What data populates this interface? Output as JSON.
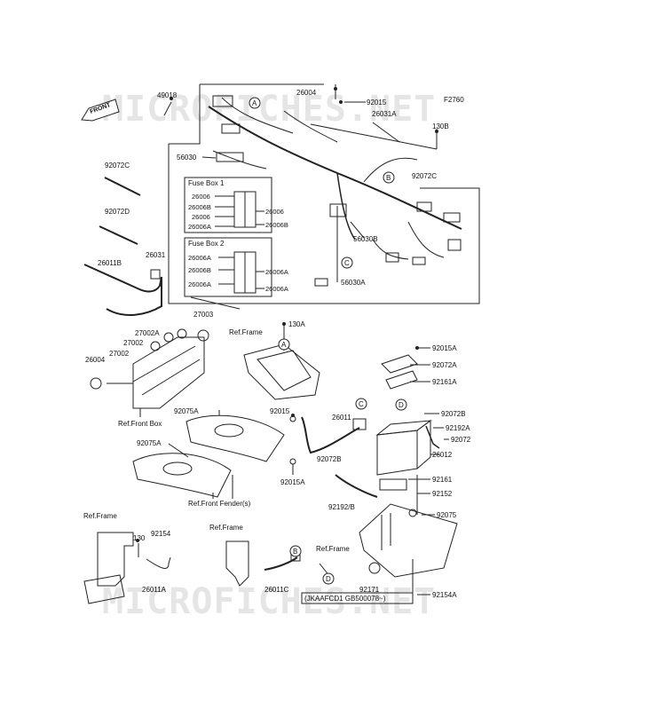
{
  "watermark": "MICROFICHES.NET",
  "front_label": "FRONT",
  "fuse_box_1": {
    "title": "Fuse Box 1",
    "left": [
      "26006",
      "26006B",
      "26006",
      "26006A"
    ],
    "right": [
      "26006",
      "26006B"
    ]
  },
  "fuse_box_2": {
    "title": "Fuse Box 2",
    "left": [
      "26006A",
      "26006B",
      "26006A"
    ],
    "right": [
      "26006A",
      "26006A"
    ]
  },
  "circles": [
    "A",
    "B",
    "C",
    "D"
  ],
  "part_labels": {
    "p49018": "49018",
    "p26004_top": "26004",
    "p92015": "92015",
    "pF2760": "F2760",
    "p26031A": "26031A",
    "p130B": "130B",
    "p56030": "56030",
    "p92072C_l": "92072C",
    "p92072C_r": "92072C",
    "p92072D": "92072D",
    "p26031": "26031",
    "p26011B": "26011B",
    "p56030B": "56030B",
    "p56030A": "56030A",
    "p27003": "27003",
    "p27002A": "27002A",
    "p27002a": "27002",
    "p27002b": "27002",
    "p26004": "26004",
    "p130A": "130A",
    "pRefFrame1": "Ref.Frame",
    "pRefFrontBox": "Ref.Front Box",
    "p92075A_1": "92075A",
    "p92075A_2": "92075A",
    "pRefFrontFender": "Ref.Front Fender(s)",
    "p92015_mid": "92015",
    "p26011": "26011",
    "p92072B_1": "92072B",
    "p92015A_b": "92015A",
    "p92015A_r": "92015A",
    "p92072A": "92072A",
    "p92161A": "92161A",
    "p92072B_2": "92072B",
    "p92192A": "92192A",
    "p92072": "92072",
    "p26012": "26012",
    "p92161": "92161",
    "p92152": "92152",
    "p92192B": "92192/B",
    "p92075": "92075",
    "pRefFrame2": "Ref.Frame",
    "pRefFrame3": "Ref.Frame",
    "p130": "130",
    "p92154": "92154",
    "p26011A": "26011A",
    "pRefFrame4": "Ref.Frame",
    "p26011C": "26011C",
    "p92171": "92171",
    "pSerial": "(JKAAFCD1 GB500078~)",
    "p92154A": "92154A"
  }
}
